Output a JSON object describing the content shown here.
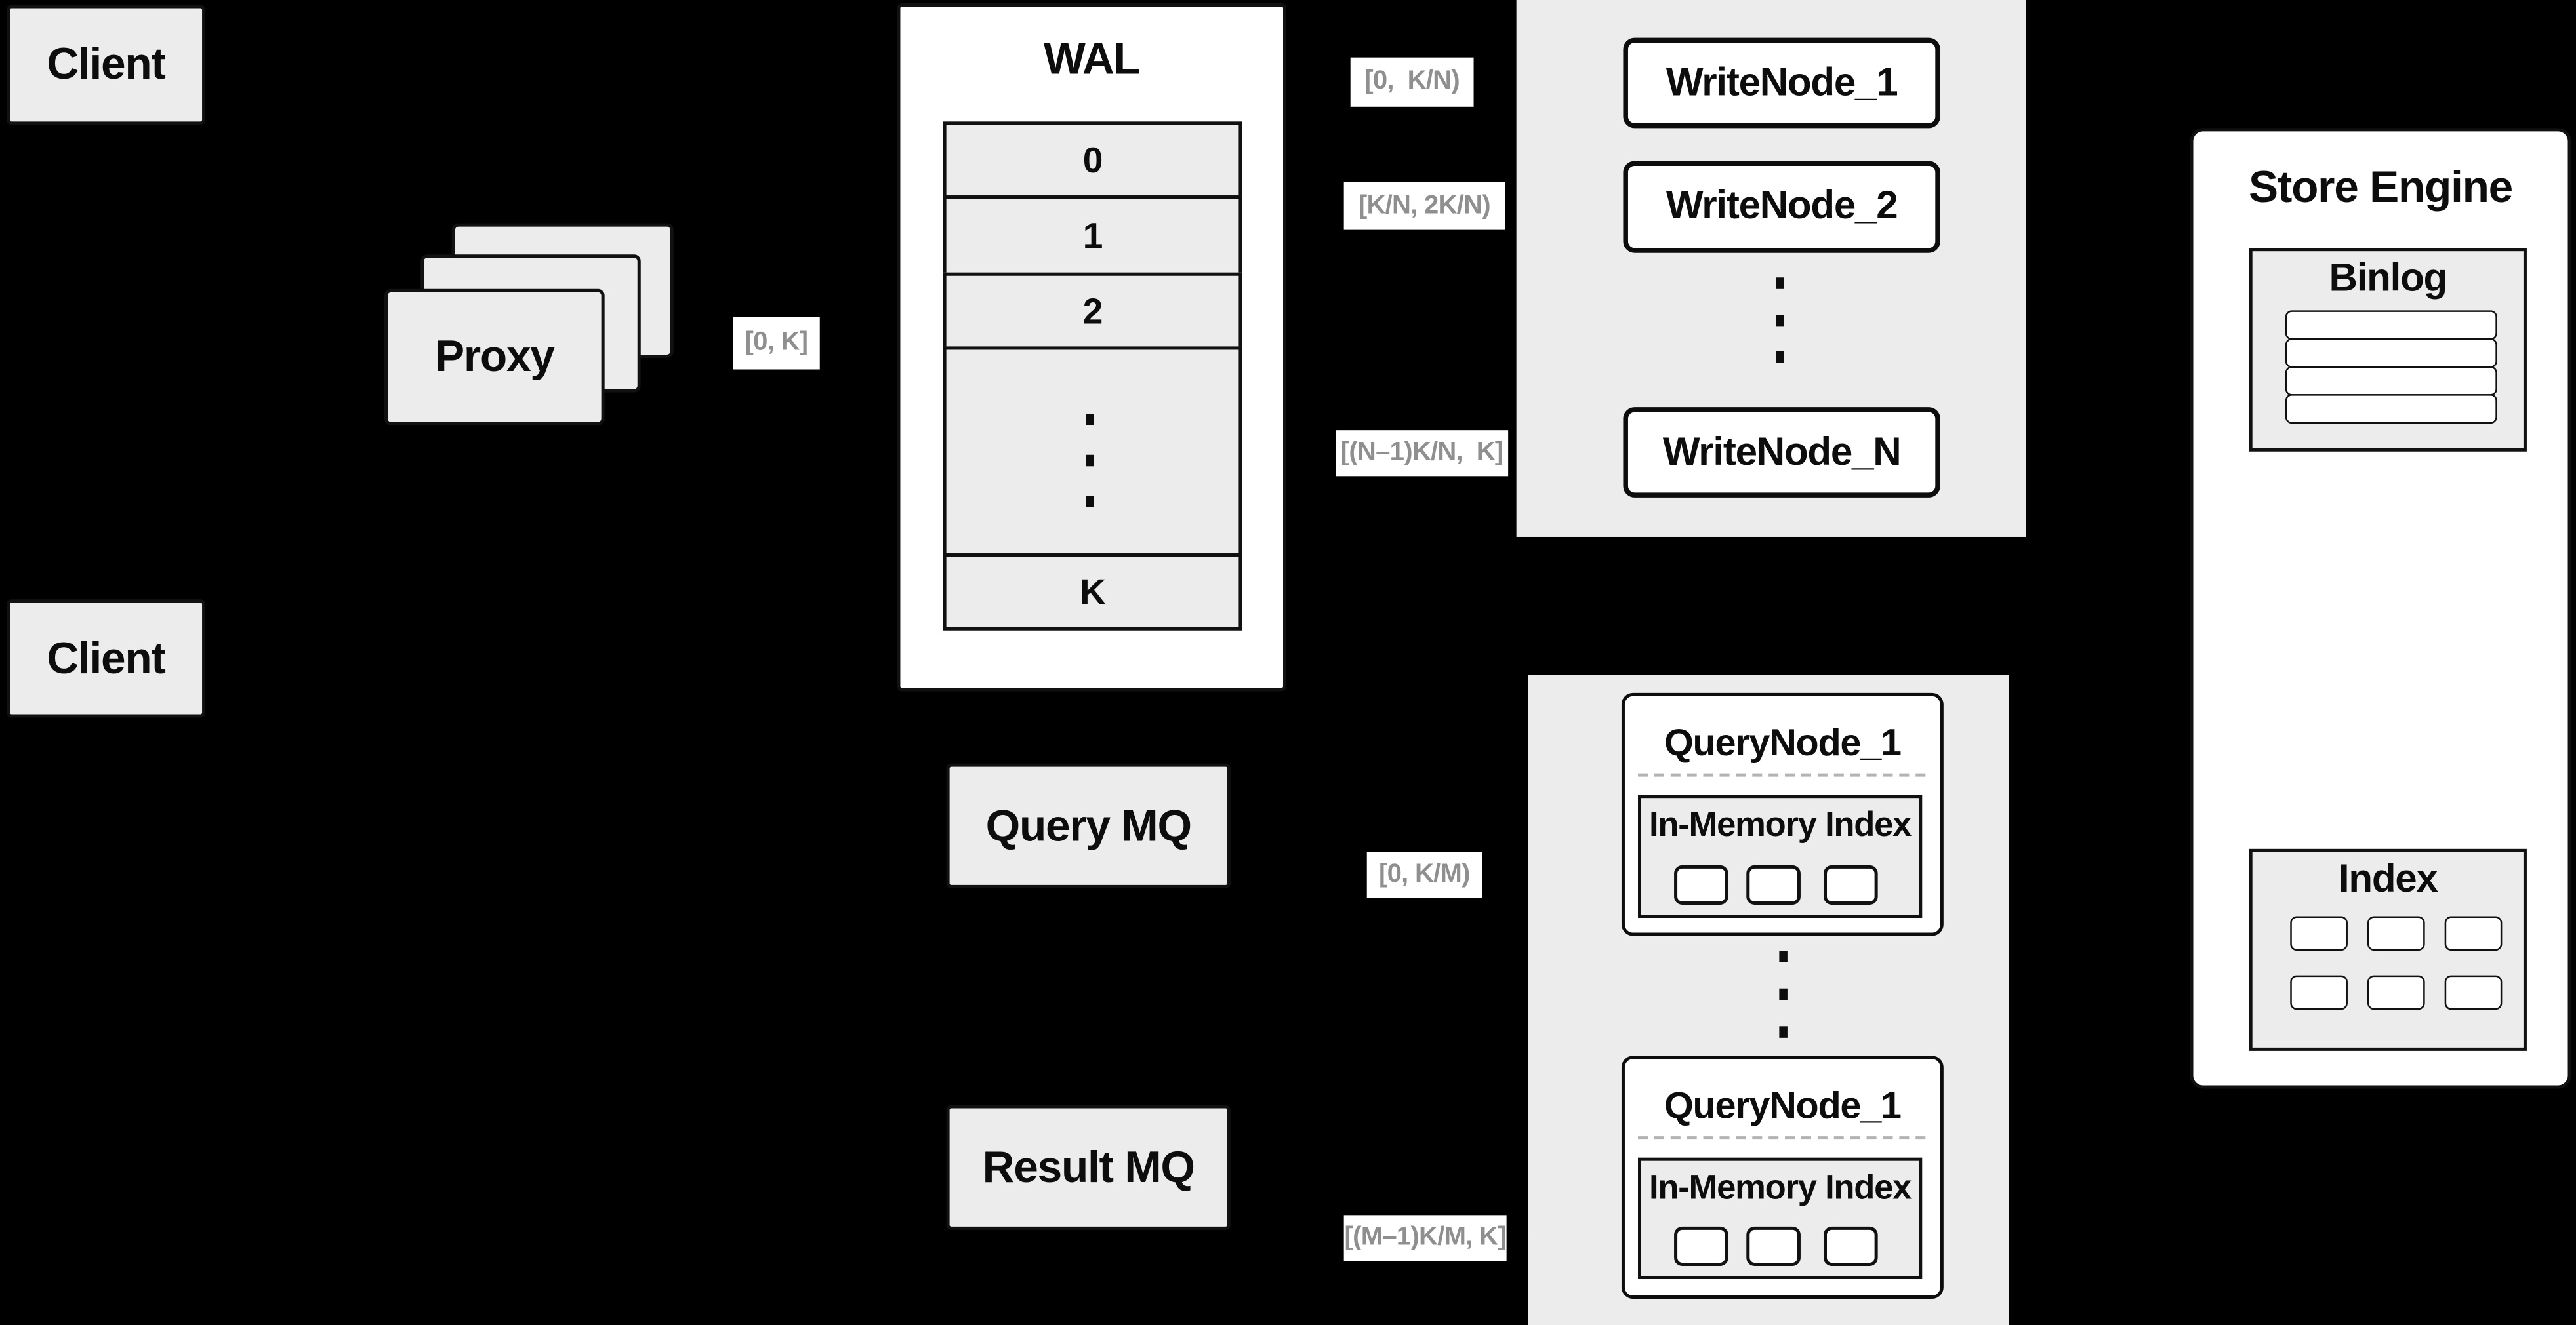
{
  "colors": {
    "background": "#000000",
    "box_fill": "#ececec",
    "node_fill": "#ffffff",
    "border": "#111111",
    "label_text": "#8f8f8f",
    "dashed_divider": "#b3b3b3"
  },
  "clients": {
    "top": "Client",
    "bottom": "Client"
  },
  "proxy": {
    "label": "Proxy"
  },
  "wal": {
    "title": "WAL",
    "rows": [
      "0",
      "1",
      "2"
    ],
    "tail_row": "K"
  },
  "ranges": {
    "proxy_out": "[0, K]",
    "write1": "[0,  K/N)",
    "write2": "[K/N, 2K/N)",
    "writeN": "[(N–1)K/N,  K]",
    "query1": "[0, K/M)",
    "queryM": "[(M–1)K/M, K]"
  },
  "write_nodes": {
    "node1": "WriteNode_1",
    "node2": "WriteNode_2",
    "nodeN": "WriteNode_N"
  },
  "mq": {
    "query": "Query MQ",
    "result": "Result MQ"
  },
  "query_nodes": {
    "node1": {
      "title": "QueryNode_1",
      "inner": "In-Memory Index"
    },
    "node2": {
      "title": "QueryNode_1",
      "inner": "In-Memory Index"
    }
  },
  "store_engine": {
    "title": "Store Engine",
    "binlog": "Binlog",
    "index": "Index"
  }
}
